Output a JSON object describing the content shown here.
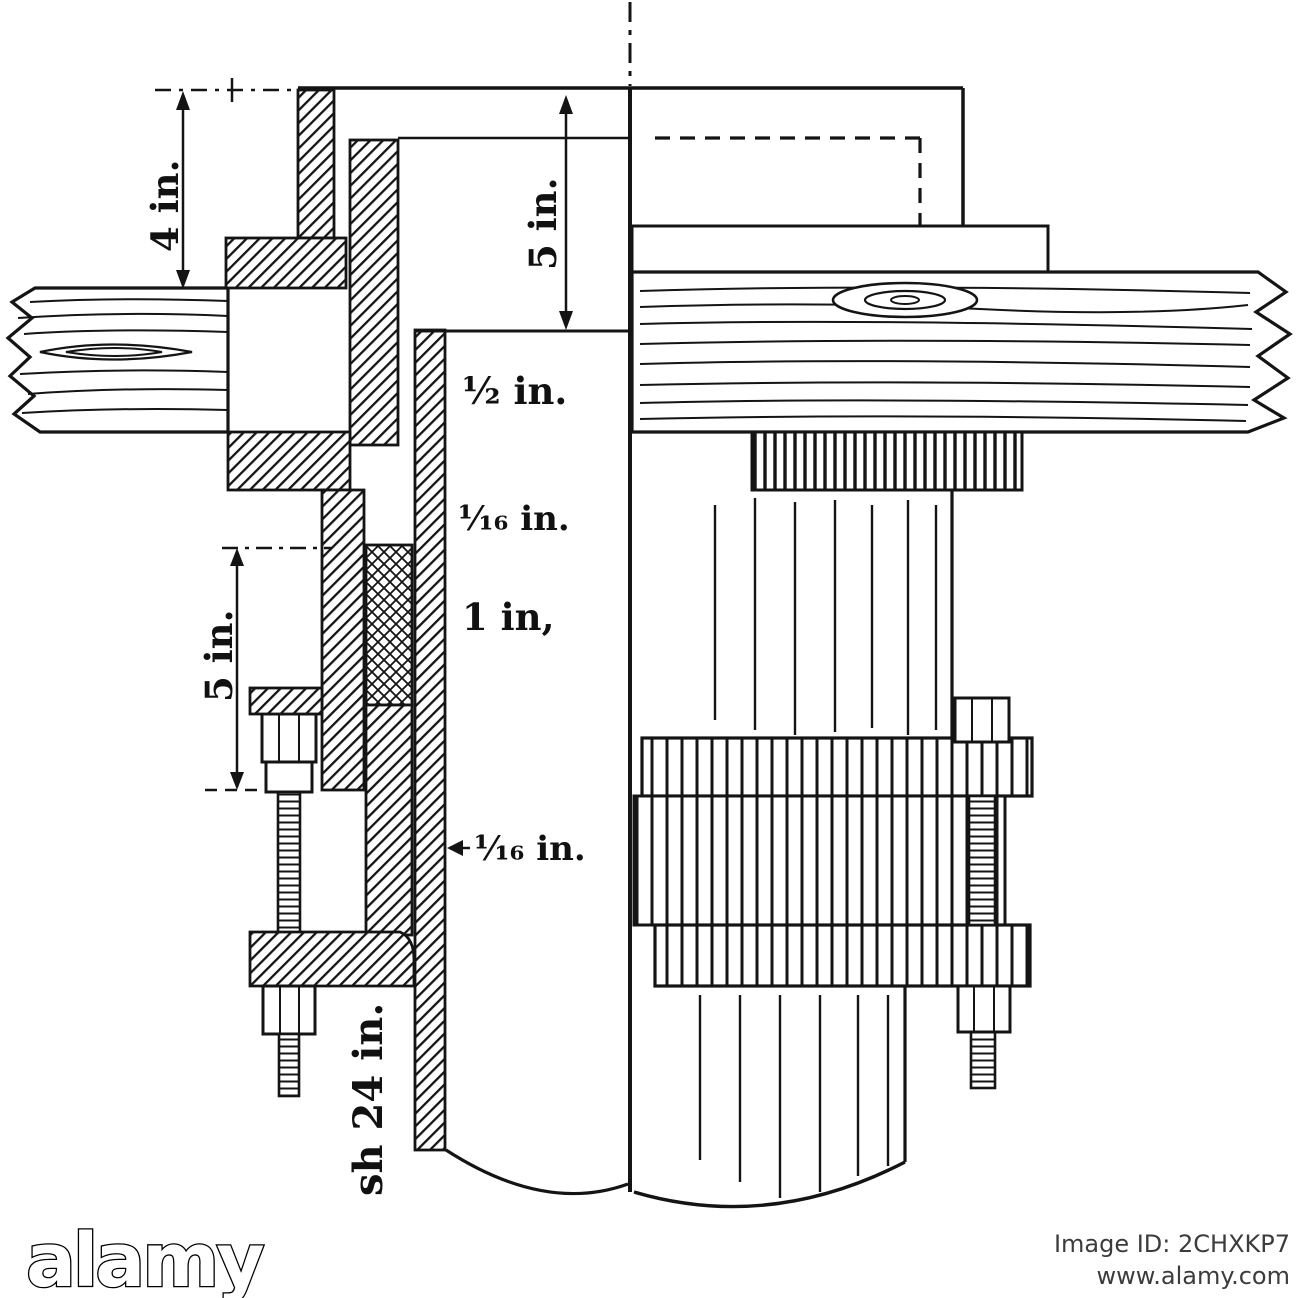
{
  "figure": {
    "description": "Sectional technical drawing of a pipe / stuffing-box assembly passing through a wooden deck",
    "dims": {
      "d4": "4 in.",
      "d5_top": "5 in.",
      "d_half": "½ in.",
      "d_116_a": "¹⁄₁₆ in.",
      "d_1": "1 in,",
      "d_116_b": "¹⁄₁₆ in.",
      "d5_left": "5 in.",
      "d24": "sh 24 in."
    }
  },
  "watermark": {
    "logo": "alamy",
    "image_id": "Image ID: 2CHXKP7",
    "website": "www.alamy.com"
  },
  "colors": {
    "ink": "#141414",
    "paper": "#ffffff"
  }
}
